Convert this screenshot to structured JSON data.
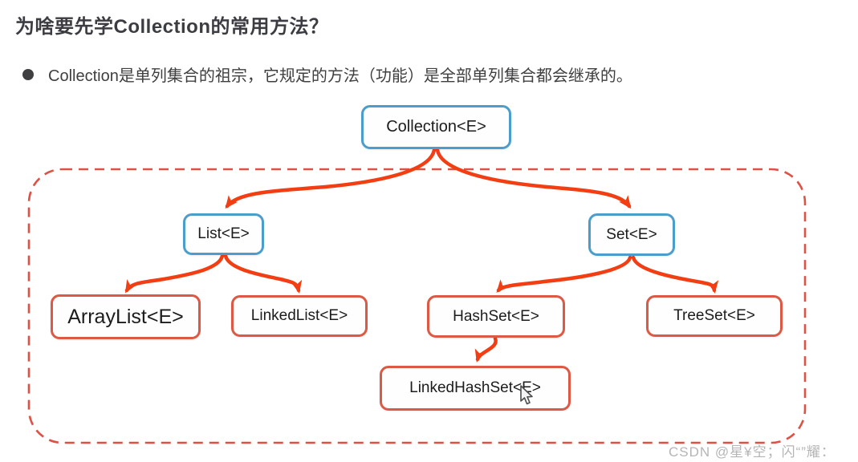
{
  "page": {
    "title": "为啥要先学Collection的常用方法？",
    "bullet_text": "Collection是单列集合的祖宗，它规定的方法（功能）是全部单列集合都会继承的。",
    "watermark": "CSDN @星¥空；闪“”耀："
  },
  "colors": {
    "interface_box_border": "#4b9ecc",
    "class_box_border": "#dc5a45",
    "arrow": "#f33d12",
    "dashed_container_border": "#dd5244",
    "title_text": "#3c3d42",
    "body_text": "#3f3f41",
    "watermark_text": "#b5b5b5"
  },
  "diagram": {
    "nodes": [
      {
        "id": "collection",
        "label": "Collection<E>",
        "style": "interface-blue"
      },
      {
        "id": "list",
        "label": "List<E>",
        "style": "interface-blue"
      },
      {
        "id": "set",
        "label": "Set<E>",
        "style": "interface-blue"
      },
      {
        "id": "arraylist",
        "label": "ArrayList<E>",
        "style": "class-red"
      },
      {
        "id": "linkedlist",
        "label": "LinkedList<E>",
        "style": "class-red"
      },
      {
        "id": "hashset",
        "label": "HashSet<E>",
        "style": "class-red"
      },
      {
        "id": "treeset",
        "label": "TreeSet<E>",
        "style": "class-red"
      },
      {
        "id": "linkedhashset",
        "label": "LinkedHashSet<E>",
        "style": "class-red"
      }
    ],
    "edges": [
      {
        "from": "collection",
        "to": "list"
      },
      {
        "from": "collection",
        "to": "set"
      },
      {
        "from": "list",
        "to": "arraylist"
      },
      {
        "from": "list",
        "to": "linkedlist"
      },
      {
        "from": "set",
        "to": "hashset"
      },
      {
        "from": "set",
        "to": "treeset"
      },
      {
        "from": "hashset",
        "to": "linkedhashset"
      }
    ]
  }
}
